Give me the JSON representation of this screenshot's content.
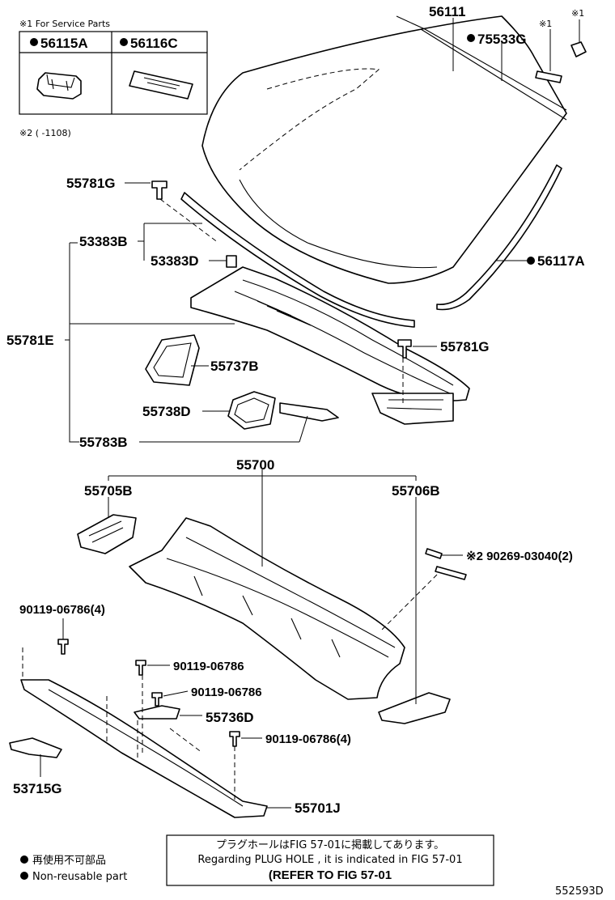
{
  "service_box": {
    "header": "※1 For Service Parts",
    "left_part": "56115A",
    "right_part": "56116C"
  },
  "note2": "※2 (        -1108)",
  "labels": {
    "p56111": "56111",
    "p75533G": "75533G",
    "mark1a": "※1",
    "mark1b": "※1",
    "p55781G_top": "55781G",
    "p53383B": "53383B",
    "p53383D": "53383D",
    "p56117A": "56117A",
    "p55781E": "55781E",
    "p55737B": "55737B",
    "p55781G_right": "55781G",
    "p55738D": "55738D",
    "p55783B": "55783B",
    "p55700": "55700",
    "p55705B": "55705B",
    "p55706B": "55706B",
    "p90269": "※2 90269-03040(2)",
    "p90119_4_left": "90119-06786(4)",
    "p90119_a": "90119-06786",
    "p90119_b": "90119-06786",
    "p55736D": "55736D",
    "p90119_4_right": "90119-06786(4)",
    "p53715G": "53715G",
    "p55701J": "55701J"
  },
  "reference": {
    "line_jp": "プラグホールはFIG 57-01に掲載してあります。",
    "line_en": "Regarding  PLUG  HOLE , it is indicated in FIG 57-01",
    "line_refer": "(REFER TO FIG 57-01"
  },
  "legend": {
    "jp": "再使用不可部品",
    "en": "Non-reusable part"
  },
  "diagram_code": "552593D"
}
